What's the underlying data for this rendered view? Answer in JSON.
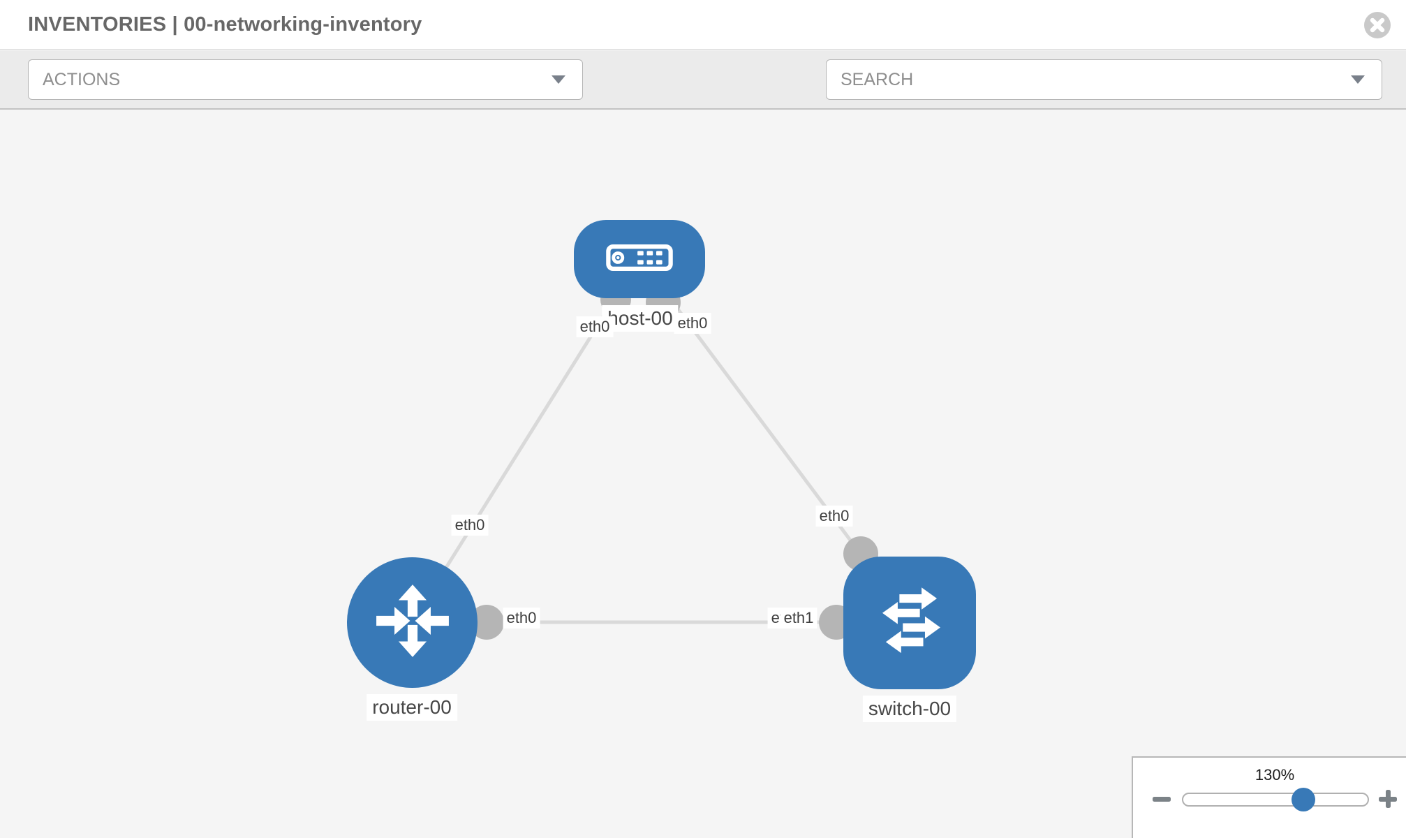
{
  "header": {
    "title": "INVENTORIES | 00-networking-inventory"
  },
  "toolbar": {
    "actions_label": "ACTIONS",
    "search_placeholder": "SEARCH",
    "tool_icons": [
      "wrench-icon",
      "key-icon"
    ]
  },
  "topology": {
    "nodes": [
      {
        "label": "host-00",
        "type": "host"
      },
      {
        "label": "router-00",
        "type": "router"
      },
      {
        "label": "switch-00",
        "type": "switch"
      }
    ],
    "links": [
      {
        "from": "host-00",
        "to": "router-00",
        "from_iface": "eth0",
        "to_iface": "eth0"
      },
      {
        "from": "host-00",
        "to": "switch-00",
        "from_iface": "eth0",
        "to_iface": "eth0"
      },
      {
        "from": "router-00",
        "to": "switch-00",
        "from_iface": "eth0",
        "to_iface": "eth1"
      }
    ],
    "interface_labels": [
      {
        "text": "eth0",
        "at": "host-left"
      },
      {
        "text": "eth0",
        "at": "host-right"
      },
      {
        "text": "eth0",
        "at": "link-host-router"
      },
      {
        "text": "eth0",
        "at": "link-host-switch"
      },
      {
        "text": "eth0",
        "at": "router-right"
      },
      {
        "text": "eth0",
        "at": "switch-left-behind"
      },
      {
        "text": "eth1",
        "at": "switch-left-front"
      }
    ]
  },
  "zoom_control": {
    "value": "130%",
    "icons": [
      "minus-icon",
      "plus-icon"
    ]
  },
  "colors": {
    "node_blue": "#3879b7",
    "link_gray": "#d9d9d9",
    "connector_gray": "#b5b5b5",
    "toolbar_gray": "#ebebeb",
    "canvas_gray": "#f5f5f5"
  }
}
